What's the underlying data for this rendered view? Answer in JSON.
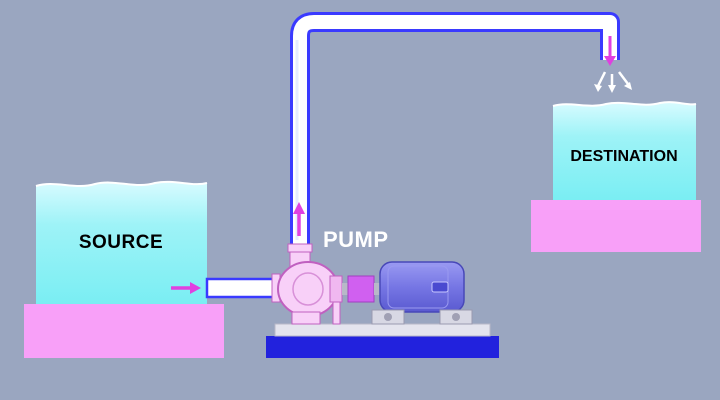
{
  "labels": {
    "source": "SOURCE",
    "pump": "PUMP",
    "destination": "DESTINATION"
  },
  "colors": {
    "background": "#9aa6c0",
    "water": "#86f0f5",
    "tank_base": "#f8a0f8",
    "pipe_outline": "#3a3aff",
    "pipe_fill": "#ffffff",
    "arrow": "#e040e0",
    "pump_body": "#f8d0f8",
    "coupling": "#d060f0",
    "motor": "#7a7ae6",
    "platform": "#2222dd",
    "pump_label": "#ffffff"
  },
  "icons": {
    "flow_arrow": "flow-direction-arrow",
    "splash": "water-splash-arrows"
  }
}
